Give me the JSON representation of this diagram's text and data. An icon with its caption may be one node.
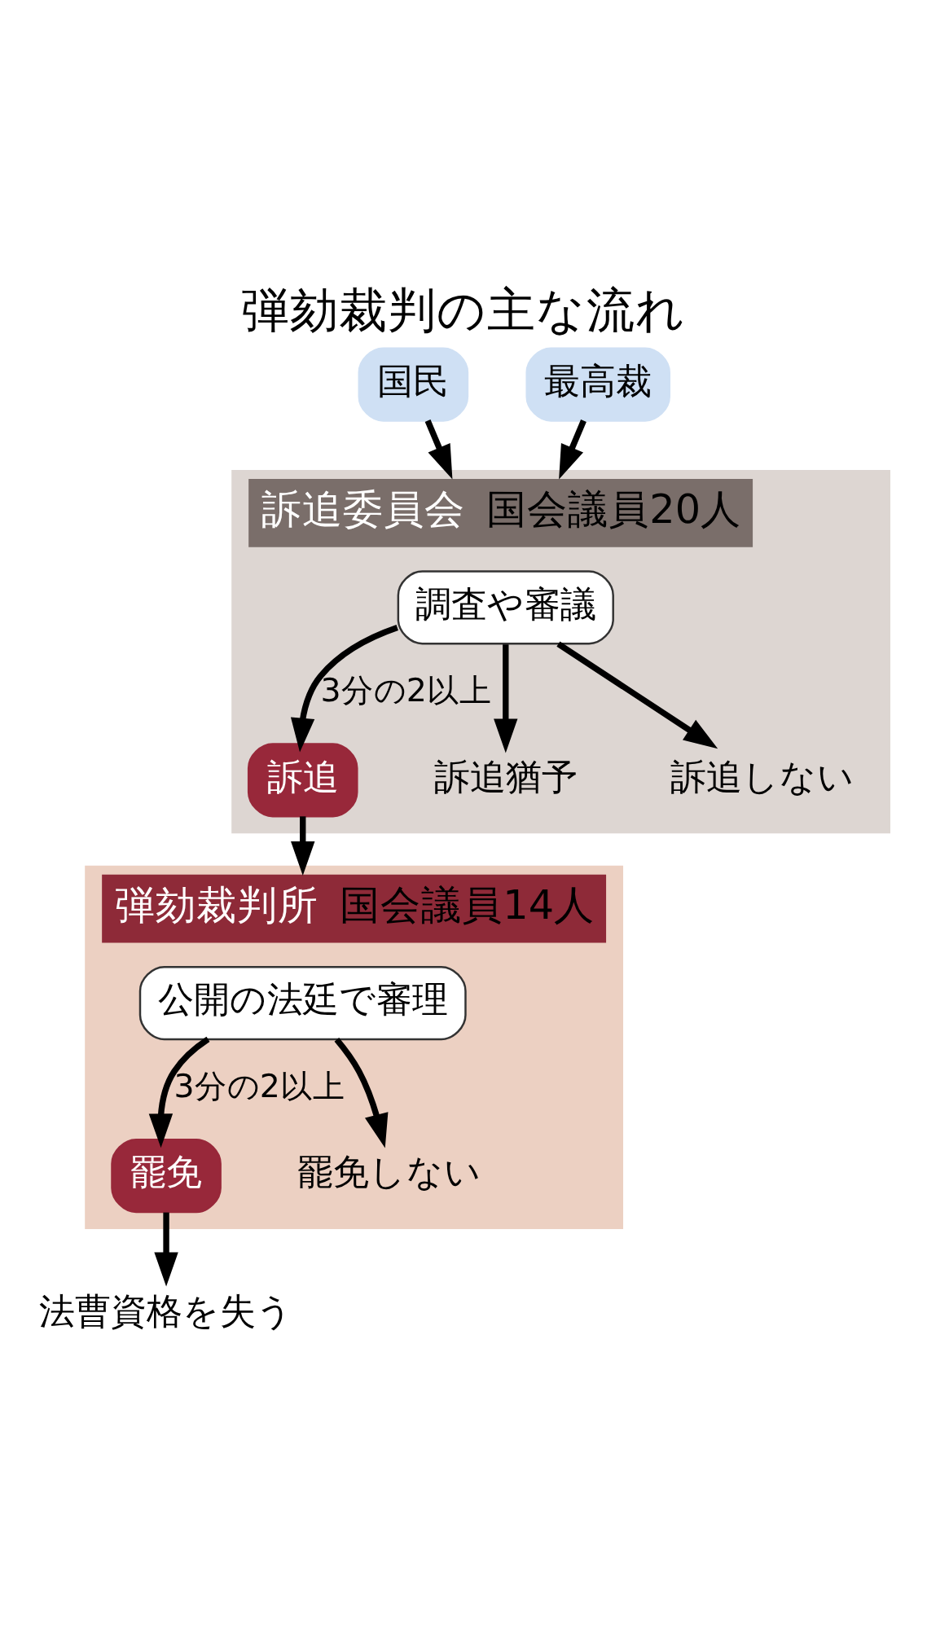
{
  "diagram": {
    "title": "弾劾裁判の主な流れ",
    "nodes": [
      {
        "text": [
          "国民"
        ]
      },
      {
        "text": [
          "最高裁"
        ]
      },
      {
        "text": [
          "訴追委員会",
          "国会議員20人"
        ]
      },
      {
        "text": [
          "調査や審議"
        ],
        "in": 2
      },
      {
        "text": [
          "訴追"
        ],
        "in": 2
      },
      {
        "text": [
          "訴追猶予"
        ],
        "in": 2
      },
      {
        "text": [
          "訴追しない"
        ],
        "in": 2
      },
      {
        "text": [
          "弾劾裁判所",
          "国会議員14人"
        ]
      },
      {
        "text": [
          "公開の法廷で審理"
        ],
        "in": 7
      },
      {
        "text": [
          "罷免"
        ],
        "in": 7
      },
      {
        "text": [
          "罷免しない"
        ],
        "in": 7
      },
      {
        "text": [
          "法曹資格を失う"
        ]
      }
    ],
    "edges": [
      {
        "from": 0,
        "to": 2,
        "arrow": "to"
      },
      {
        "from": 1,
        "to": 2,
        "arrow": "to"
      },
      {
        "from": 3,
        "to": 4,
        "arrow": "to",
        "label": "3分の2以上"
      },
      {
        "from": 3,
        "to": 5,
        "arrow": "to"
      },
      {
        "from": 3,
        "to": 6,
        "arrow": "to"
      },
      {
        "from": 4,
        "to": 7,
        "arrow": "to"
      },
      {
        "from": 8,
        "to": 9,
        "arrow": "to",
        "label": "3分の2以上"
      },
      {
        "from": 8,
        "to": 10,
        "arrow": "to"
      },
      {
        "from": 9,
        "to": 11,
        "arrow": "to"
      }
    ]
  }
}
